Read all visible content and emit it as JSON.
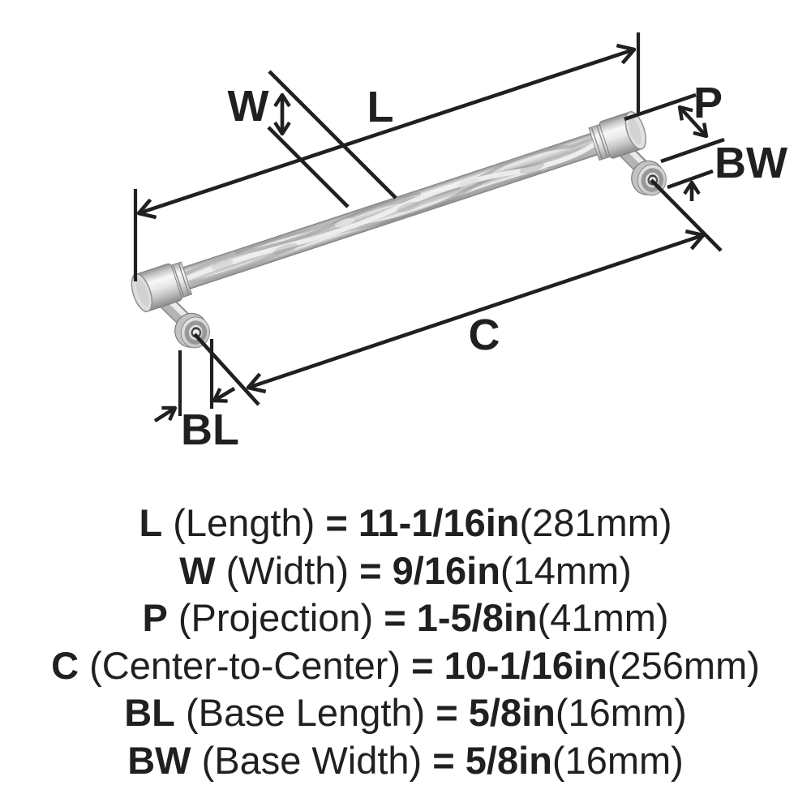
{
  "diagram": {
    "labels": {
      "length": "L",
      "width": "W",
      "projection": "P",
      "base_width": "BW",
      "center_to_center": "C",
      "base_length": "BL"
    }
  },
  "specs": {
    "rows": [
      {
        "key": "L",
        "name": "(Length)",
        "equals": "=",
        "imperial": "11-1/16in",
        "metric": "(281mm)"
      },
      {
        "key": "W",
        "name": "(Width)",
        "equals": "=",
        "imperial": "9/16in",
        "metric": "(14mm)"
      },
      {
        "key": "P",
        "name": "(Projection)",
        "equals": "=",
        "imperial": "1-5/8in",
        "metric": "(41mm)"
      },
      {
        "key": "C",
        "name": "(Center-to-Center)",
        "equals": "=",
        "imperial": "10-1/16in",
        "metric": "(256mm)"
      },
      {
        "key": "BL",
        "name": "(Base Length)",
        "equals": "=",
        "imperial": "5/8in",
        "metric": "(16mm)"
      },
      {
        "key": "BW",
        "name": "(Base Width)",
        "equals": "=",
        "imperial": "5/8in",
        "metric": "(16mm)"
      }
    ]
  },
  "colors": {
    "line": "#221f20",
    "text": "#221f20",
    "background": "#ffffff",
    "metal_highlight": "#f5f5f5",
    "metal_mid": "#c2c2c2",
    "metal_shadow": "#8a8a8a"
  }
}
